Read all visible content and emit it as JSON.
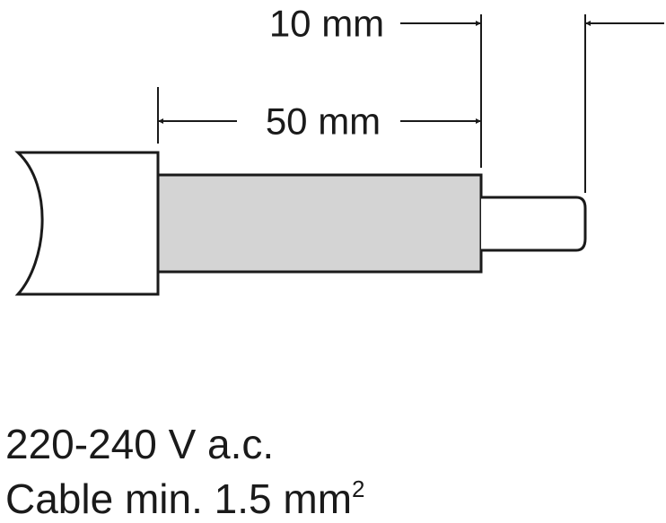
{
  "dimensions": {
    "wire_strip_length": "10 mm",
    "sheath_strip_length": "50 mm"
  },
  "captions": {
    "voltage": "220-240 V a.c.",
    "cable_main": "Cable min. 1.5 mm",
    "cable_superscript": "2"
  },
  "colors": {
    "stroke": "#1a1a1a",
    "insulation_fill": "#d4d4d4",
    "background": "#ffffff"
  }
}
